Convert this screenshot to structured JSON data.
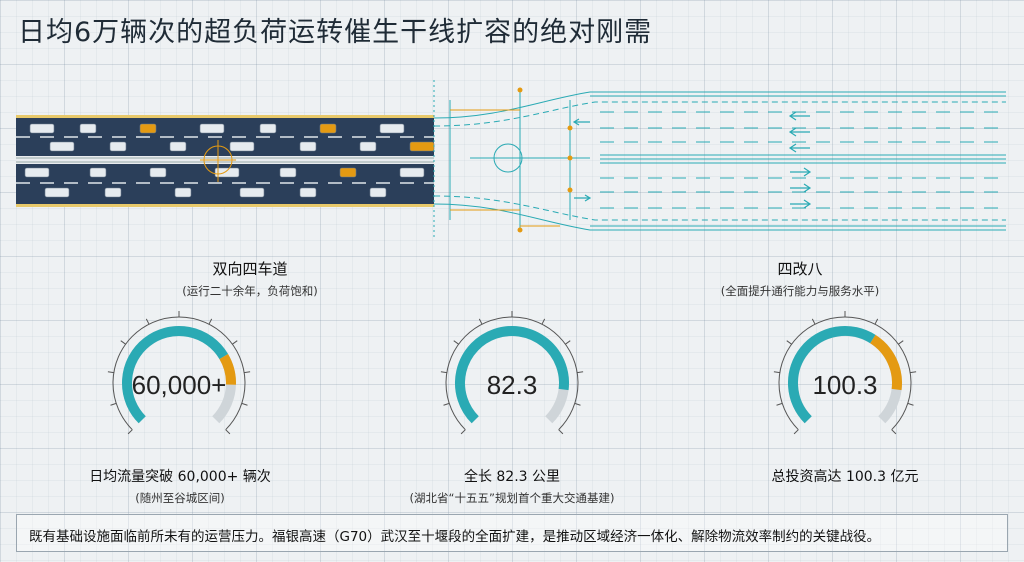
{
  "title": "日均6万辆次的超负荷运转催生干线扩容的绝对刚需",
  "sections": {
    "left": {
      "label": "双向四车道",
      "sub": "(运行二十余年，负荷饱和)"
    },
    "right": {
      "label": "四改八",
      "sub": "(全面提升通行能力与服务水平)"
    }
  },
  "gauges": [
    {
      "value": "60,000+",
      "fill": 0.72,
      "accent_fill": 0.12,
      "caption": "日均流量突破 60,000+ 辆次",
      "caption_sub": "(随州至谷城区间)"
    },
    {
      "value": "82.3",
      "fill": 0.86,
      "accent_fill": 0.0,
      "caption": "全长 82.3 公里",
      "caption_sub": "(湖北省“十五五”规划首个重大交通基建)"
    },
    {
      "value": "100.3",
      "fill": 0.62,
      "accent_fill": 0.24,
      "caption": "总投资高达 100.3 亿元",
      "caption_sub": ""
    }
  ],
  "footer": {
    "text": "既有基础设施面临前所未有的运营压力。福银高速（G70）武汉至十堰段的全面扩建，是推动区域经济一体化、解除物流效率制约的关键战役。"
  },
  "colors": {
    "teal": "#2aaab4",
    "orange": "#e49a12",
    "track": "#cfd5d9",
    "road_dark": "#2b3f5a",
    "shoulder": "#e8c96a"
  }
}
